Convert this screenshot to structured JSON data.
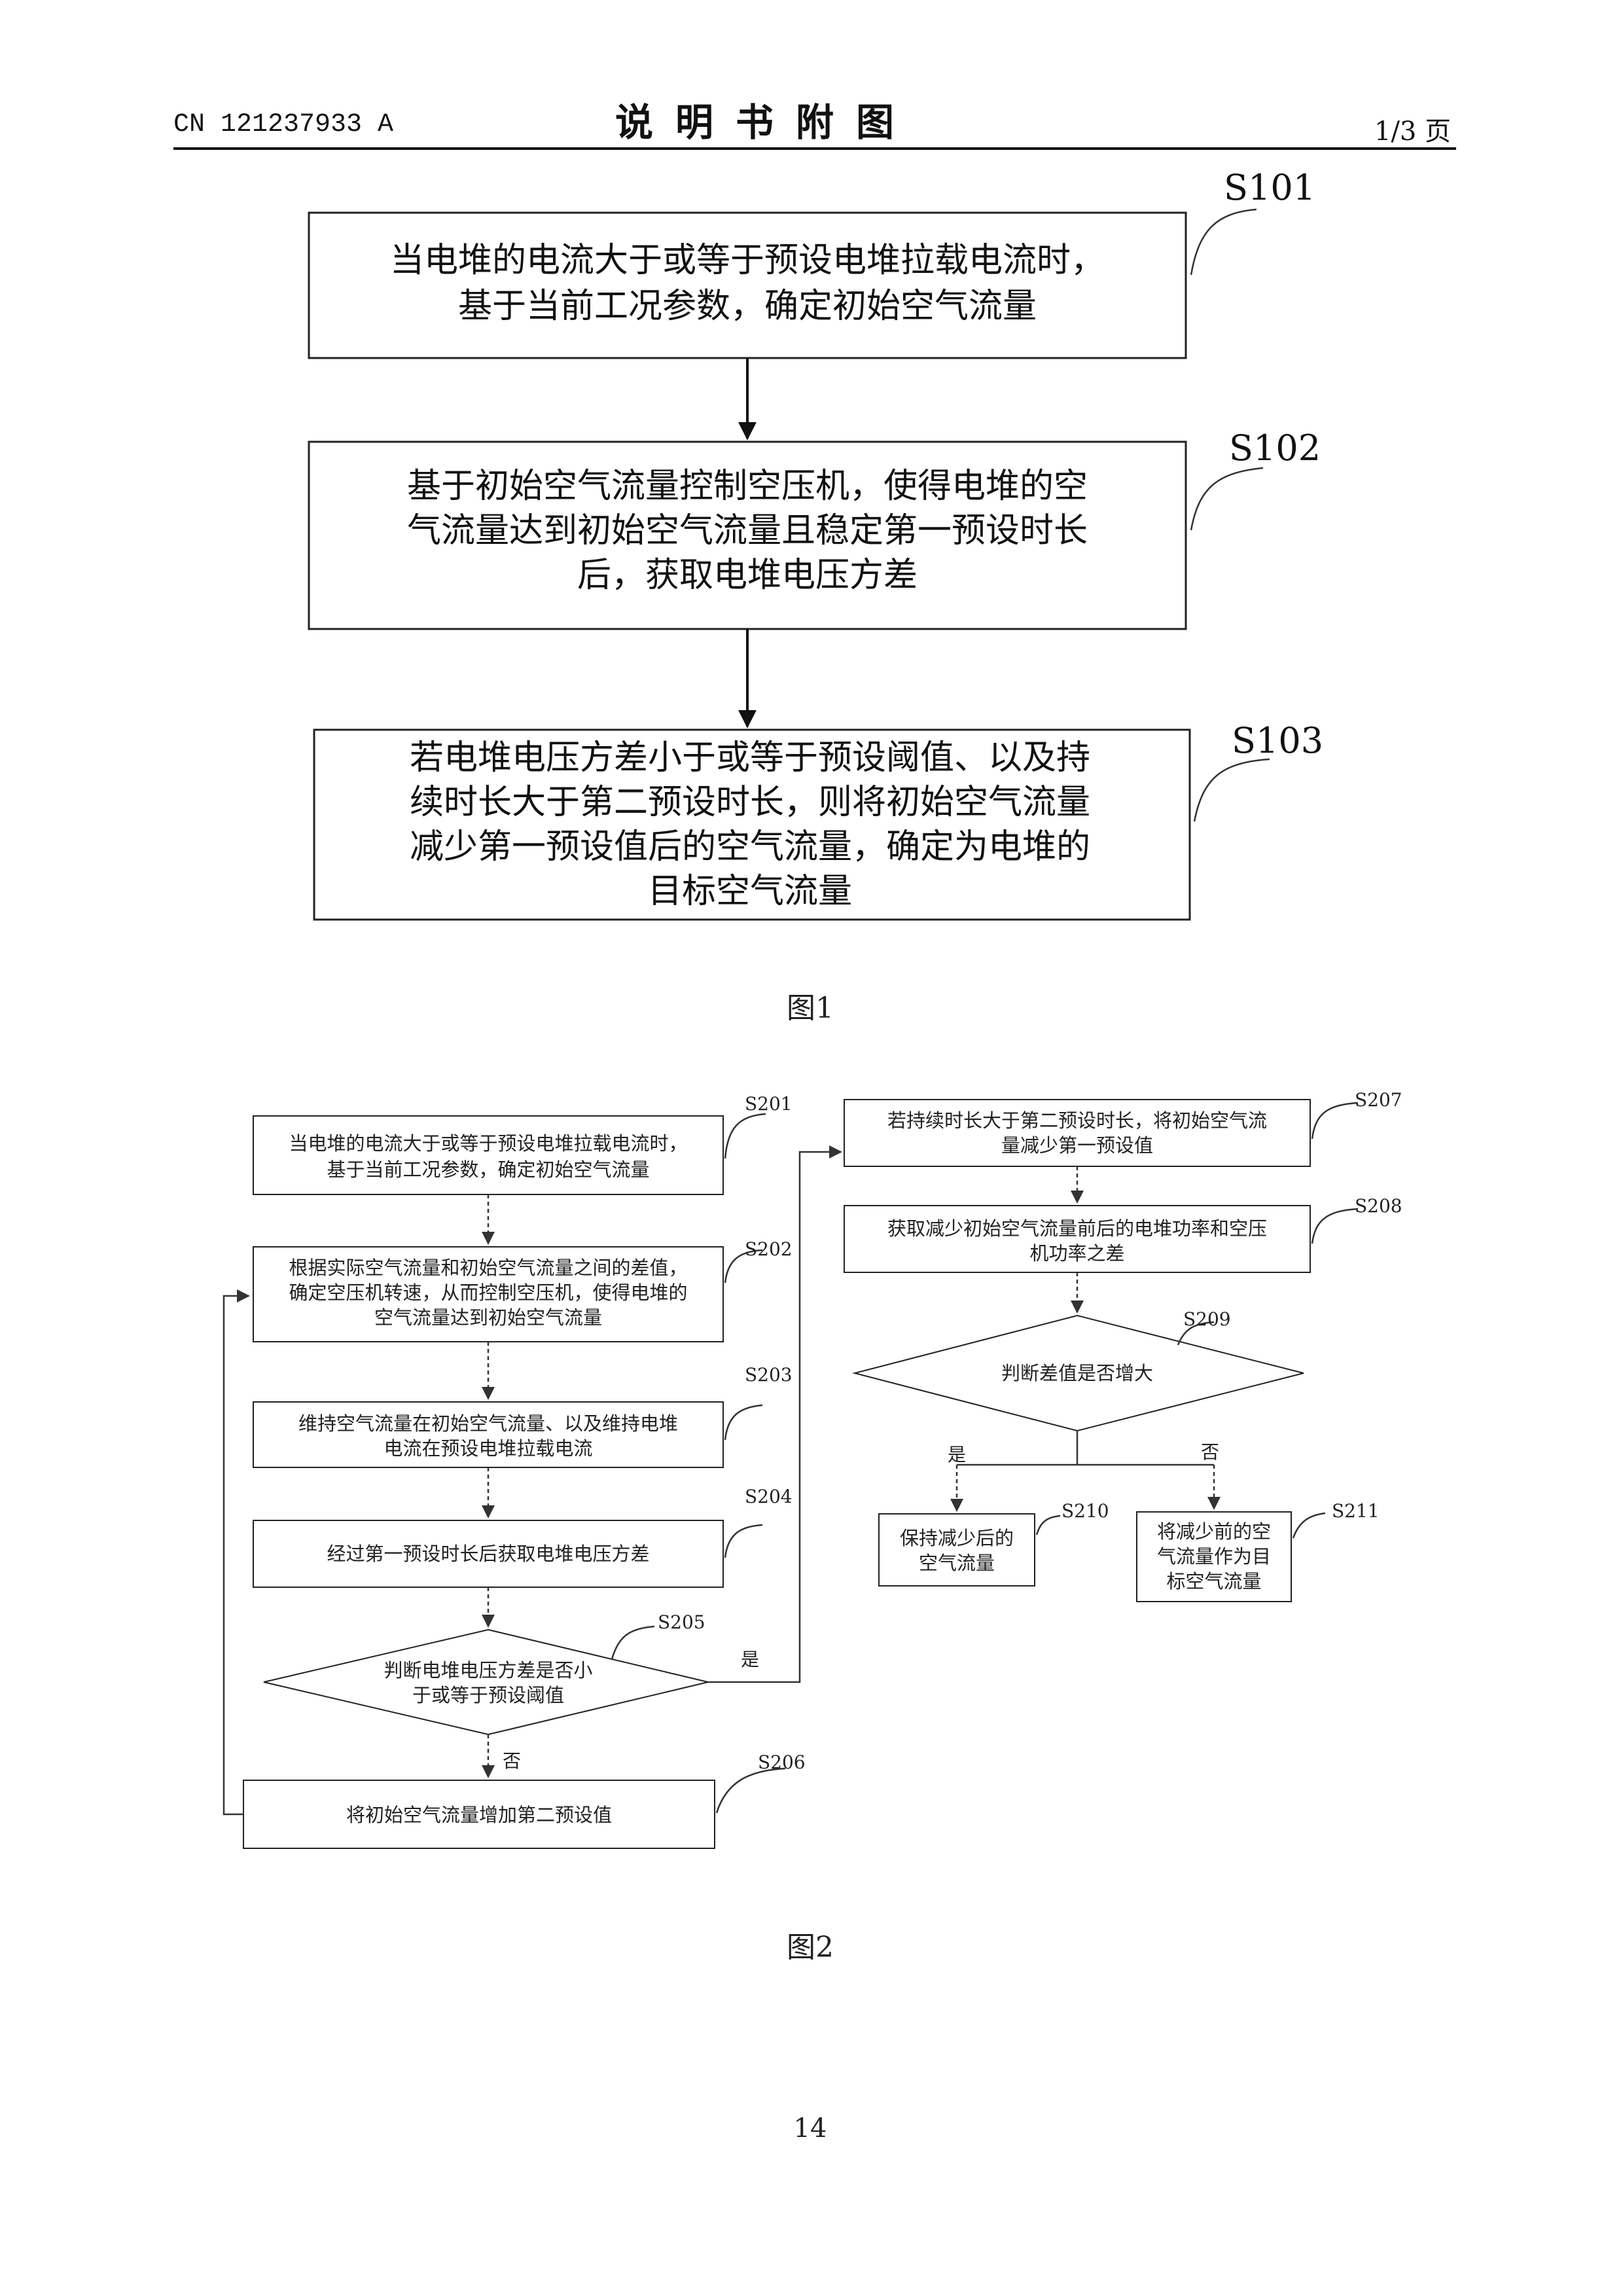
{
  "header": {
    "doc_number": "CN 121237933 A",
    "title": "说明书附图",
    "page": "1/3 页"
  },
  "figure1": {
    "caption": "图1",
    "steps": [
      {
        "label": "S101",
        "lines": [
          "当电堆的电流大于或等于预设电堆拉载电流时，",
          "基于当前工况参数，确定初始空气流量"
        ]
      },
      {
        "label": "S102",
        "lines": [
          "基于初始空气流量控制空压机，使得电堆的空",
          "气流量达到初始空气流量且稳定第一预设时长",
          "后，获取电堆电压方差"
        ]
      },
      {
        "label": "S103",
        "lines": [
          "若电堆电压方差小于或等于预设阈值、以及持",
          "续时长大于第二预设时长，则将初始空气流量",
          "减少第一预设值后的空气流量，确定为电堆的",
          "目标空气流量"
        ]
      }
    ]
  },
  "figure2": {
    "caption": "图2",
    "steps": {
      "s201": {
        "label": "S201",
        "lines": [
          "当电堆的电流大于或等于预设电堆拉载电流时，",
          "基于当前工况参数，确定初始空气流量"
        ]
      },
      "s202": {
        "label": "S202",
        "lines": [
          "根据实际空气流量和初始空气流量之间的差值，",
          "确定空压机转速，从而控制空压机，使得电堆的",
          "空气流量达到初始空气流量"
        ]
      },
      "s203": {
        "label": "S203",
        "lines": [
          "维持空气流量在初始空气流量、以及维持电堆",
          "电流在预设电堆拉载电流"
        ]
      },
      "s204": {
        "label": "S204",
        "lines": [
          "经过第一预设时长后获取电堆电压方差"
        ]
      },
      "s205": {
        "label": "S205",
        "lines": [
          "判断电堆电压方差是否小",
          "于或等于预设阈值"
        ]
      },
      "s206": {
        "label": "S206",
        "lines": [
          "将初始空气流量增加第二预设值"
        ]
      },
      "s207": {
        "label": "S207",
        "lines": [
          "若持续时长大于第二预设时长，将初始空气流",
          "量减少第一预设值"
        ]
      },
      "s208": {
        "label": "S208",
        "lines": [
          "获取减少初始空气流量前后的电堆功率和空压",
          "机功率之差"
        ]
      },
      "s209": {
        "label": "S209",
        "lines": [
          "判断差值是否增大"
        ]
      },
      "s210": {
        "label": "S210",
        "lines": [
          "保持减少后的",
          "空气流量"
        ]
      },
      "s211": {
        "label": "S211",
        "lines": [
          "将减少前的空",
          "气流量作为目",
          "标空气流量"
        ]
      }
    },
    "branch_yes": "是",
    "branch_no": "否"
  },
  "page_number": "14"
}
